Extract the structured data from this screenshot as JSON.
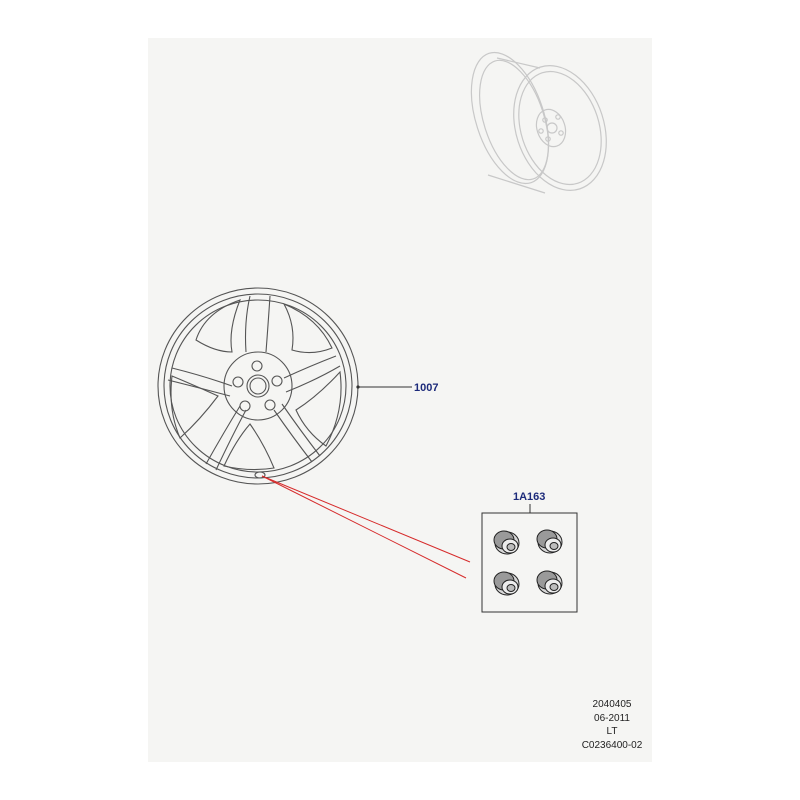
{
  "callouts": {
    "wheel": "1007",
    "locking_nut_kit": "1A163"
  },
  "info": {
    "code": "2040405",
    "date": "06-2011",
    "region": "LT",
    "illustration_id": "C0236400-02"
  },
  "colors": {
    "sheet_background": "#f5f5f3",
    "line": "#555555",
    "callout_text": "#1c2a7a",
    "leader_red": "#d62b2b"
  },
  "icons": {
    "ghost_wheel": "spare-wheel-outline-icon",
    "wheel": "five-spoke-alloy-wheel-icon",
    "nuts": "locking-wheel-nut-icon"
  }
}
